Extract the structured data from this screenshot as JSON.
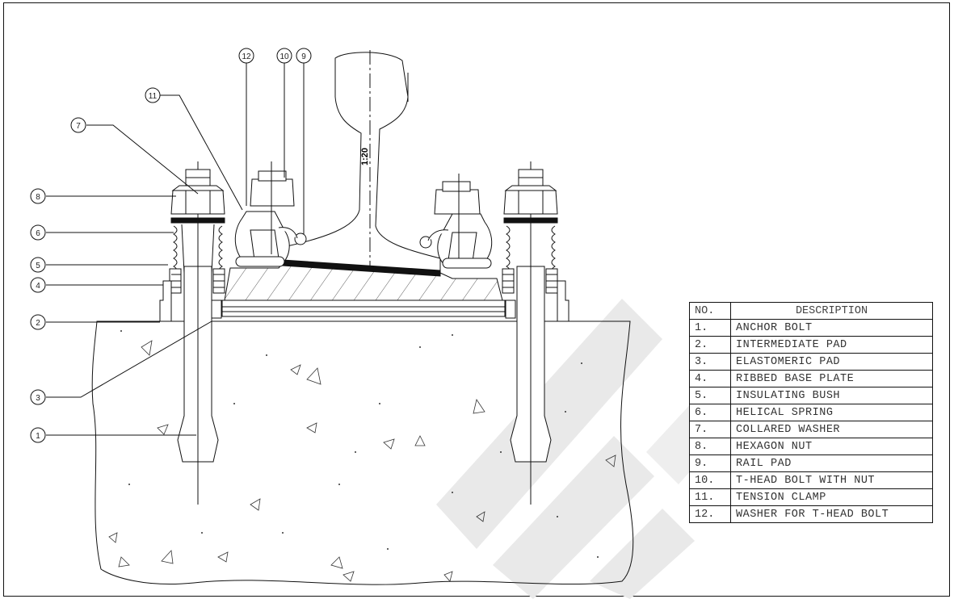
{
  "rail_label": "1:20",
  "callouts": [
    "12",
    "10",
    "9",
    "11",
    "7",
    "8",
    "6",
    "5",
    "4",
    "2",
    "3",
    "1"
  ],
  "legend": {
    "header_no": "NO.",
    "header_desc": "DESCRIPTION",
    "rows": [
      {
        "no": "1.",
        "desc": "ANCHOR BOLT"
      },
      {
        "no": "2.",
        "desc": "INTERMEDIATE PAD"
      },
      {
        "no": "3.",
        "desc": "ELASTOMERIC PAD"
      },
      {
        "no": "4.",
        "desc": "RIBBED BASE PLATE"
      },
      {
        "no": "5.",
        "desc": "INSULATING BUSH"
      },
      {
        "no": "6.",
        "desc": "HELICAL SPRING"
      },
      {
        "no": "7.",
        "desc": "COLLARED WASHER"
      },
      {
        "no": "8.",
        "desc": "HEXAGON NUT"
      },
      {
        "no": "9.",
        "desc": "RAIL PAD"
      },
      {
        "no": "10.",
        "desc": "T-HEAD BOLT WITH NUT"
      },
      {
        "no": "11.",
        "desc": "TENSION CLAMP"
      },
      {
        "no": "12.",
        "desc": "WASHER FOR T-HEAD BOLT"
      }
    ]
  },
  "colors": {
    "line": "#111111",
    "watermark": "#e8e8e8"
  }
}
